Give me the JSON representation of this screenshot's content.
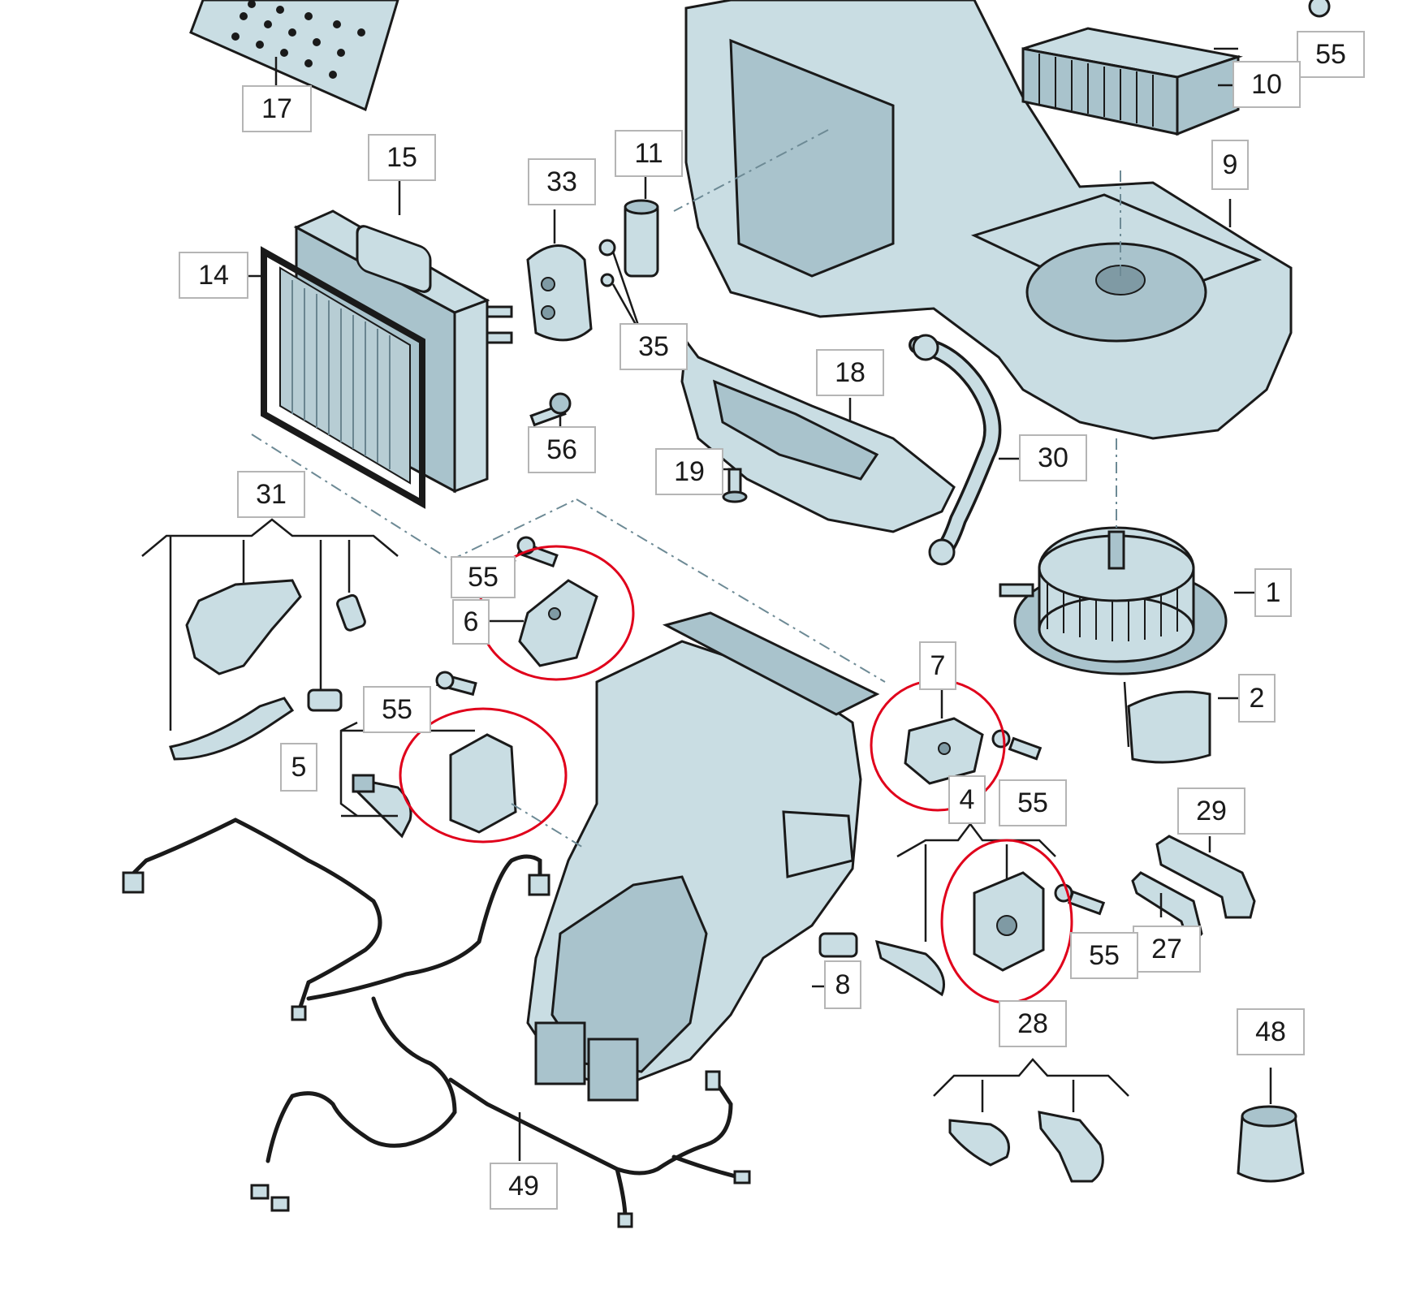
{
  "diagram": {
    "labels": [
      "17",
      "15",
      "14",
      "33",
      "11",
      "35",
      "56",
      "55",
      "10",
      "9",
      "18",
      "19",
      "30",
      "31",
      "55",
      "6",
      "1",
      "7",
      "2",
      "55",
      "5",
      "55",
      "4",
      "29",
      "27",
      "55",
      "8",
      "28",
      "48",
      "49"
    ],
    "highlight_color": "#e0001b",
    "part_color": "#c9dde3"
  }
}
